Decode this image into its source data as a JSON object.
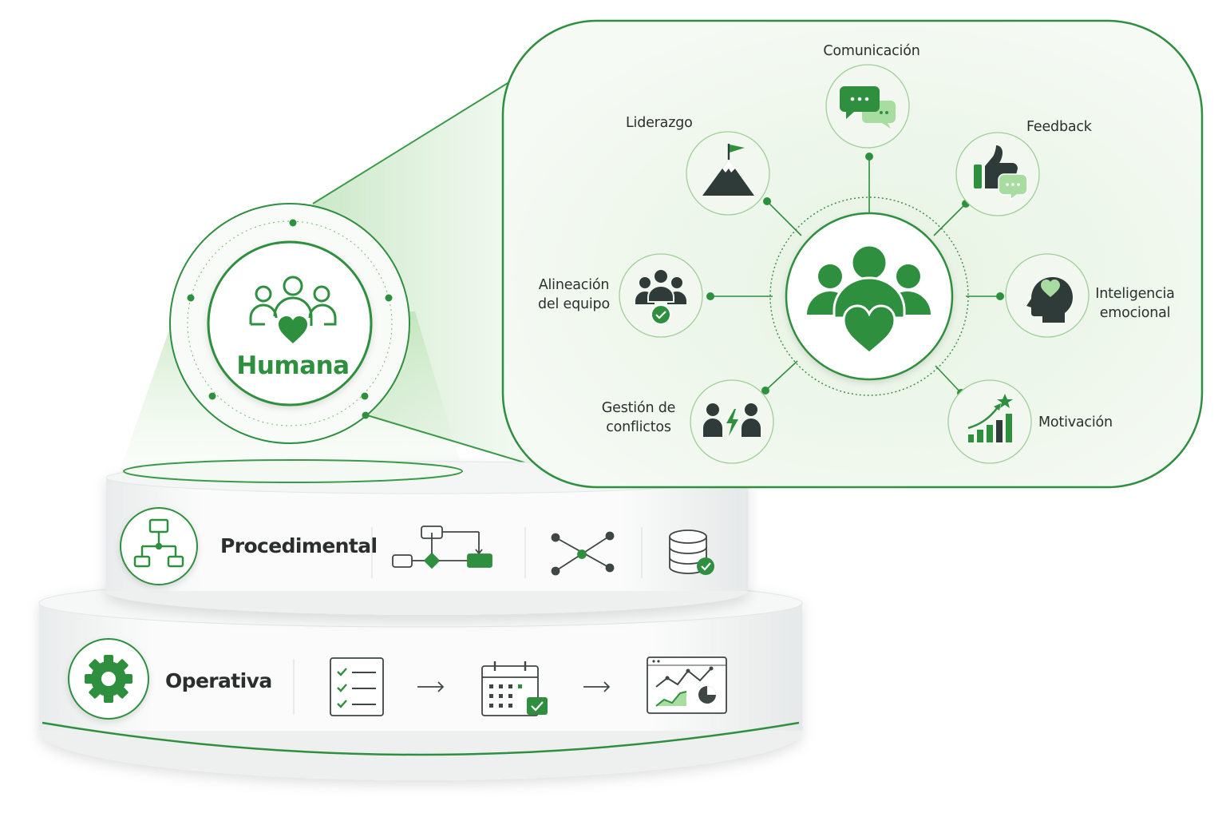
{
  "colors": {
    "brand_green": "#2e8f3e",
    "light_green": "#a8dca0",
    "pale_green": "#eef7ec",
    "dark_gray": "#2f3b39",
    "text": "#2b2f2e"
  },
  "zoom_panel": {
    "center_icon": "team-heart-icon",
    "nodes": [
      {
        "id": "comunicacion",
        "lines": [
          "Comunicación"
        ],
        "icon": "chat-bubbles-icon"
      },
      {
        "id": "feedback",
        "lines": [
          "Feedback"
        ],
        "icon": "thumbs-up-chat-icon"
      },
      {
        "id": "inteligencia-emocional",
        "lines": [
          "Inteligencia",
          "emocional"
        ],
        "icon": "head-heart-icon"
      },
      {
        "id": "motivacion",
        "lines": [
          "Motivación"
        ],
        "icon": "growth-chart-star-icon"
      },
      {
        "id": "gestion-conflictos",
        "lines": [
          "Gestión de",
          "conflictos"
        ],
        "icon": "people-conflict-icon"
      },
      {
        "id": "alineacion-equipo",
        "lines": [
          "Alineación",
          "del equipo"
        ],
        "icon": "team-check-icon"
      },
      {
        "id": "liderazgo",
        "lines": [
          "Liderazgo"
        ],
        "icon": "mountain-flag-icon"
      }
    ]
  },
  "tiers": {
    "humana": {
      "label": "Humana",
      "icon": "team-heart-outline-icon"
    },
    "procedimental": {
      "label": "Procedimental",
      "icon": "org-chart-icon",
      "steps": [
        {
          "icon": "process-flow-icon"
        },
        {
          "icon": "network-nodes-icon"
        },
        {
          "icon": "database-check-icon"
        }
      ]
    },
    "operativa": {
      "label": "Operativa",
      "icon": "gear-icon",
      "steps": [
        {
          "icon": "checklist-icon"
        },
        {
          "icon": "arrow-right-icon"
        },
        {
          "icon": "calendar-check-icon"
        },
        {
          "icon": "arrow-right-icon"
        },
        {
          "icon": "dashboard-chart-icon"
        }
      ]
    }
  }
}
